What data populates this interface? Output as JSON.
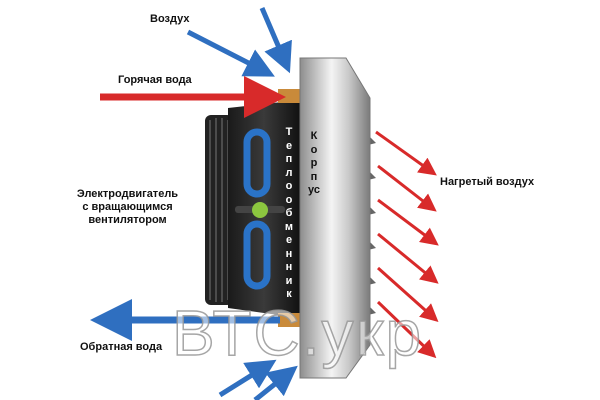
{
  "labels": {
    "air": "Воздух",
    "hot_water": "Горячая вода",
    "motor": [
      "Электродвигатель",
      "с вращающимся",
      "вентилятором"
    ],
    "return_water": "Обратная вода",
    "heated_air": "Нагретый воздух",
    "heat_exchanger": "Теплообменник",
    "housing": "Корпус"
  },
  "watermark": "ВТС.укр",
  "colors": {
    "air_in": "#2f6fc0",
    "hot": "#d82a2a",
    "exchanger": "#2a73c8",
    "core": "#8cc63f"
  }
}
